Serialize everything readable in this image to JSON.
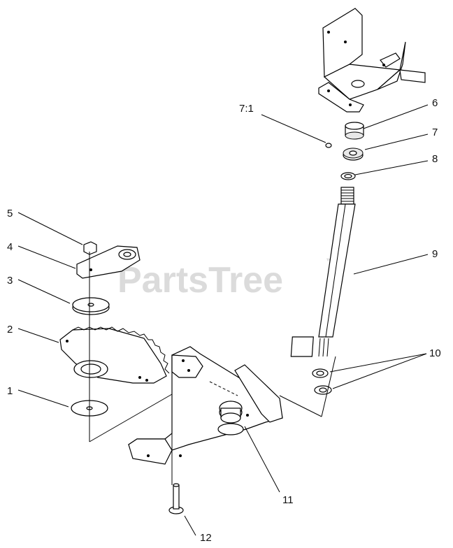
{
  "watermark": {
    "text": "PartsTree",
    "trademark": "™"
  },
  "callouts": {
    "c1": "1",
    "c2": "2",
    "c3": "3",
    "c4": "4",
    "c5": "5",
    "c6": "6",
    "c7": "7",
    "c71": "7:1",
    "c8": "8",
    "c9": "9",
    "c10": "10",
    "c11": "11",
    "c12": "12"
  }
}
